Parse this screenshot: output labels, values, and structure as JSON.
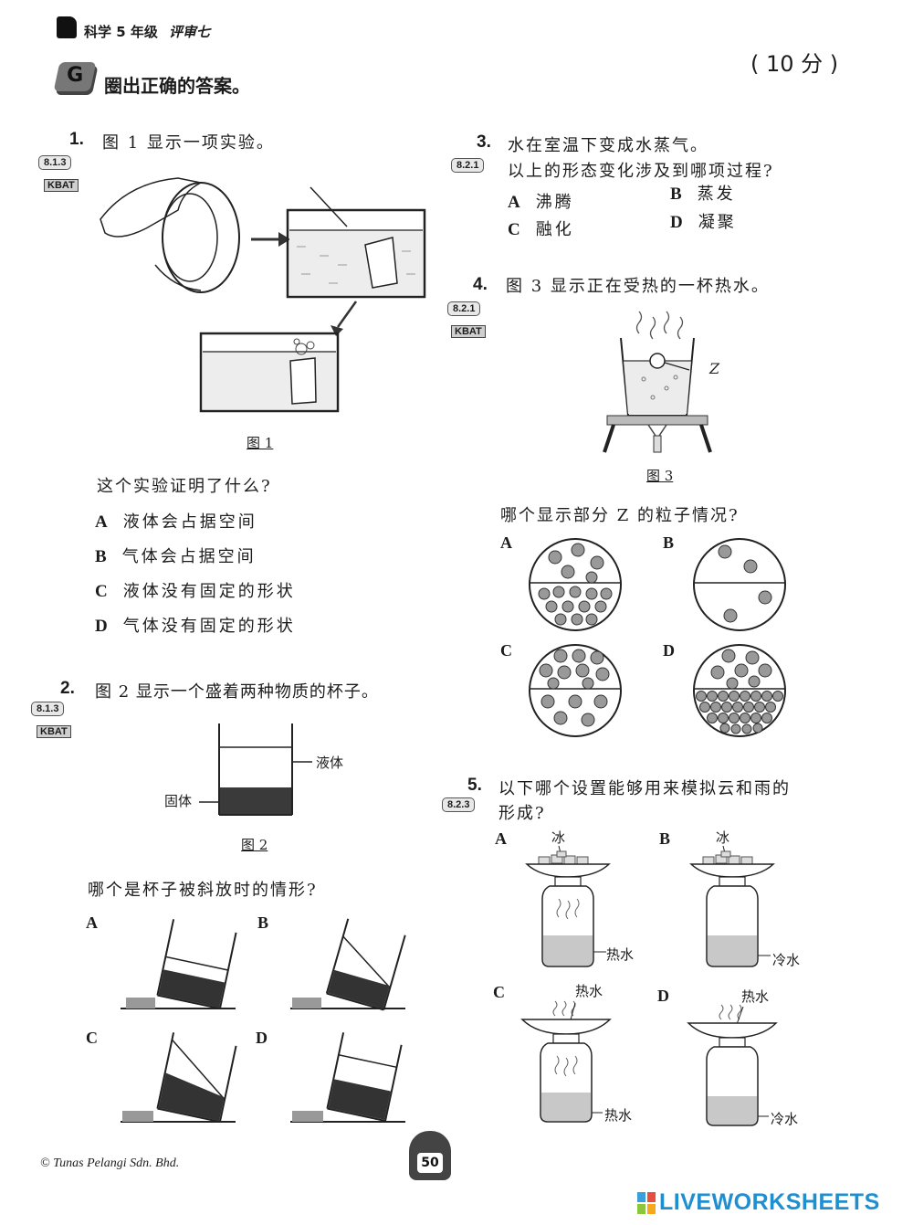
{
  "header": {
    "subject": "科学 5 年级",
    "unit": "评审七",
    "score": "( 10 分 )",
    "section_letter": "G",
    "instruction": "圈出正确的答案。"
  },
  "q1": {
    "num": "1.",
    "code": "8.1.3",
    "kbat": "KBAT",
    "stem": "图 1 显示一项实验。",
    "fig": "图 1",
    "question": "这个实验证明了什么?",
    "options": [
      {
        "l": "A",
        "t": "液体会占据空间"
      },
      {
        "l": "B",
        "t": "气体会占据空间"
      },
      {
        "l": "C",
        "t": "液体没有固定的形状"
      },
      {
        "l": "D",
        "t": "气体没有固定的形状"
      }
    ]
  },
  "q2": {
    "num": "2.",
    "code": "8.1.3",
    "kbat": "KBAT",
    "stem": "图 2 显示一个盛着两种物质的杯子。",
    "fig": "图 2",
    "liquid": "液体",
    "solid": "固体",
    "question": "哪个是杯子被斜放时的情形?",
    "options": [
      "A",
      "B",
      "C",
      "D"
    ]
  },
  "q3": {
    "num": "3.",
    "code": "8.2.1",
    "stem1": "水在室温下变成水蒸气。",
    "stem2": "以上的形态变化涉及到哪项过程?",
    "options": [
      {
        "l": "A",
        "t": "沸腾"
      },
      {
        "l": "B",
        "t": "蒸发"
      },
      {
        "l": "C",
        "t": "融化"
      },
      {
        "l": "D",
        "t": "凝聚"
      }
    ]
  },
  "q4": {
    "num": "4.",
    "code": "8.2.1",
    "kbat": "KBAT",
    "stem": "图 3 显示正在受热的一杯热水。",
    "z": "Z",
    "fig": "图 3",
    "question": "哪个显示部分 Z 的粒子情况?",
    "options": [
      "A",
      "B",
      "C",
      "D"
    ]
  },
  "q5": {
    "num": "5.",
    "code": "8.2.3",
    "stem1": "以下哪个设置能够用来模拟云和雨的",
    "stem2": "形成?",
    "options": [
      {
        "l": "A",
        "top": "冰",
        "bottom": "热水"
      },
      {
        "l": "B",
        "top": "冰",
        "bottom": "冷水"
      },
      {
        "l": "C",
        "top": "热水",
        "bottom": "热水"
      },
      {
        "l": "D",
        "top": "热水",
        "bottom": "冷水"
      }
    ]
  },
  "footer": {
    "copyright": "© Tunas Pelangi Sdn. Bhd.",
    "page": "50",
    "watermark": "LIVEWORKSHEETS",
    "watermark_icon": "lws-logo-icon"
  }
}
